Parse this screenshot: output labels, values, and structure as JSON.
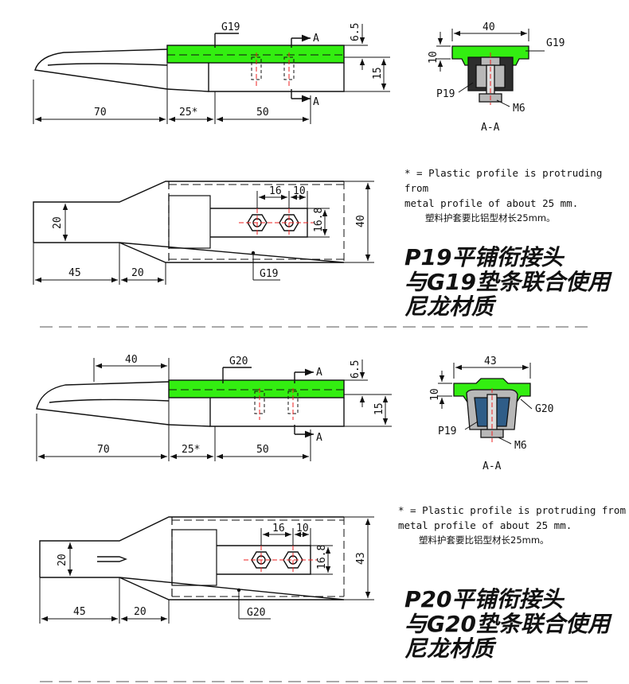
{
  "colors": {
    "green": "#33ee11",
    "line": "#111111",
    "center": "#ee2222",
    "rubber": "#2e2e2e",
    "blue": "#2f5d88",
    "steel": "#b8b8b8"
  },
  "section1": {
    "profile": "G19",
    "dims": {
      "d70": "70",
      "d25": "25*",
      "d50": "50",
      "d65": "6.5",
      "d15": "15",
      "d40": "40",
      "d10": "10",
      "d16": "16",
      "d10b": "10",
      "d168": "16.8",
      "d40side": "40",
      "d20": "20",
      "d45": "45",
      "d20b": "20"
    },
    "section_label": "A-A",
    "cut_label": "A",
    "p19": "P19",
    "m6": "M6",
    "g_plan": "G19",
    "note_en_1": "* = Plastic profile is protruding from",
    "note_en_2": "metal profile of about 25 mm.",
    "note_cn": "塑料护套要比铝型材长25mm。",
    "title_1": "P19平铺衔接头",
    "title_2": "与G19垫条联合使用",
    "title_3": "尼龙材质"
  },
  "section2": {
    "profile": "G20",
    "dims": {
      "d40top": "40",
      "d70": "70",
      "d25": "25*",
      "d50": "50",
      "d65": "6.5",
      "d15": "15",
      "d43": "43",
      "d10": "10",
      "d16": "16",
      "d10b": "10",
      "d168": "16.8",
      "d43side": "43",
      "d20": "20",
      "d45": "45",
      "d20b": "20"
    },
    "section_label": "A-A",
    "cut_label": "A",
    "p19": "P19",
    "m6": "M6",
    "g_plan": "G20",
    "note_en_1": "* = Plastic profile is protruding from",
    "note_en_2": "metal profile of about 25 mm.",
    "note_cn": "塑料护套要比铝型材长25mm。",
    "title_1": "P20平铺衔接头",
    "title_2": "与G20垫条联合使用",
    "title_3": "尼龙材质"
  }
}
